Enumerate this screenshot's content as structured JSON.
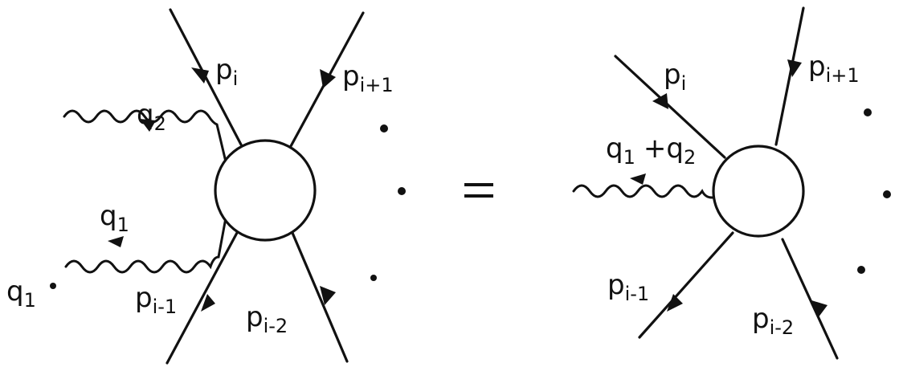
{
  "labels": {
    "left_pi": {
      "base": "p",
      "sub": "i"
    },
    "left_pi_plus": {
      "base": "p",
      "sub": "i+1"
    },
    "left_q2": {
      "base": "q",
      "sub": "2"
    },
    "left_q1": {
      "base": "q",
      "sub": "1"
    },
    "left_q1_dot": {
      "base": "q",
      "sub": "1"
    },
    "left_pi_minus1": {
      "base": "p",
      "sub": "i-1"
    },
    "left_pi_minus2": {
      "base": "p",
      "sub": "i-2"
    },
    "right_pi": {
      "base": "p",
      "sub": "i"
    },
    "right_pi_plus": {
      "base": "p",
      "sub": "i+1"
    },
    "right_q1": {
      "base": "q",
      "sub": "1"
    },
    "right_plus": "+",
    "right_q2": {
      "base": "q",
      "sub": "2"
    },
    "right_pi_minus1": {
      "base": "p",
      "sub": "i-1"
    },
    "right_pi_minus2": {
      "base": "p",
      "sub": "i-2"
    }
  },
  "equals_sign": "=",
  "ink_color": "#111111",
  "background_color": "#ffffff"
}
